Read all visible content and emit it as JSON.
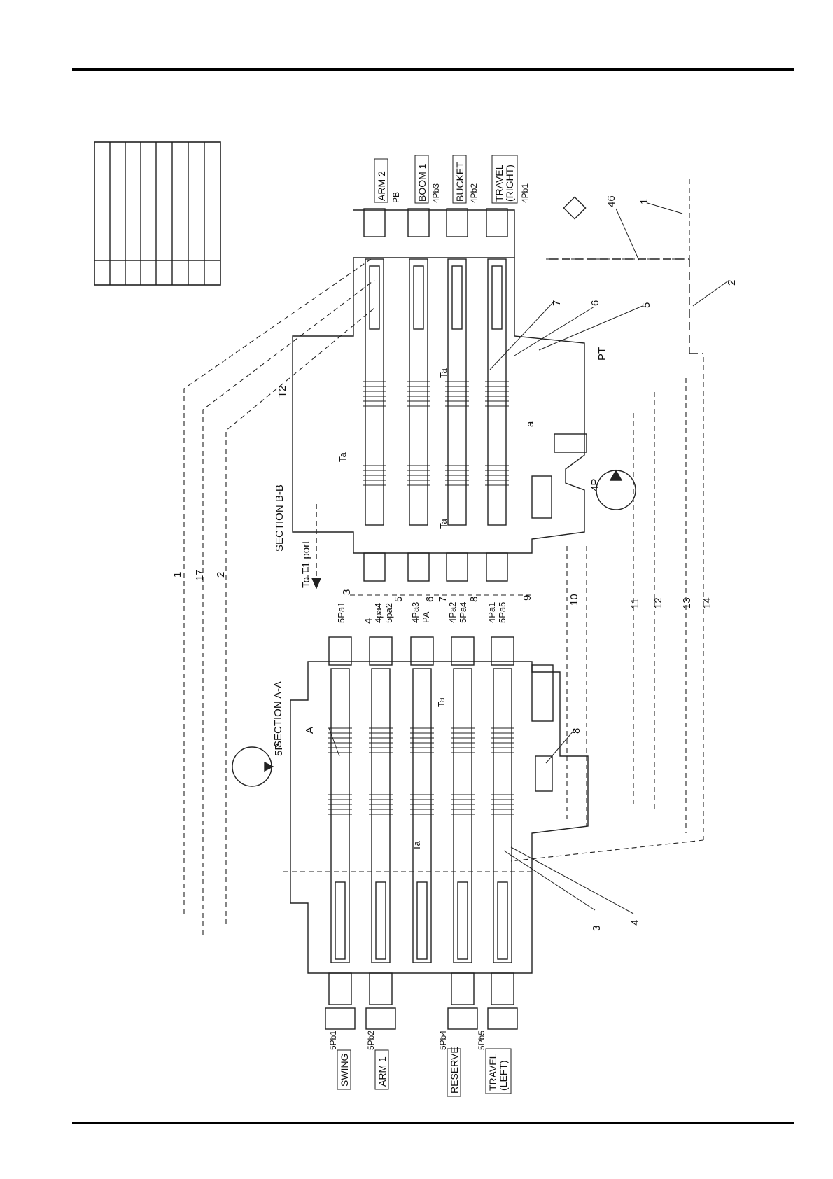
{
  "sections": {
    "b_b": "SECTION B-B",
    "a_a": "SECTION A-A"
  },
  "ports": {
    "to_t1": "To T1 port",
    "t2": "T2",
    "pt": "PT",
    "pump_4p": "4P",
    "pump_5p": "5P",
    "ta": "Ta",
    "a_lower": "a",
    "a_upper": "A"
  },
  "top_labels": [
    {
      "name": "ARM 2",
      "code": "PB"
    },
    {
      "name": "BOOM 1",
      "code": "4Pb3"
    },
    {
      "name": "BUCKET",
      "code": "4Pb2"
    },
    {
      "name": "TRAVEL\n(RIGHT)",
      "code": "4Pb1"
    }
  ],
  "bottom_labels": [
    {
      "name": "SWING",
      "code": "5Pb1"
    },
    {
      "name": "ARM 1",
      "code": "5Pb2"
    },
    {
      "name": "RESERVE",
      "code": "5Pb4"
    },
    {
      "name": "TRAVEL\n(LEFT)",
      "code": "5Pb5"
    }
  ],
  "middle_codes": [
    {
      "a": "5Pa1",
      "b": ""
    },
    {
      "a": "4pa4",
      "b": "5pa2"
    },
    {
      "a": "4Pa3",
      "b": "PA"
    },
    {
      "a": "4Pa2",
      "b": "5Pa4"
    },
    {
      "a": "4Pa1",
      "b": "5Pa5"
    }
  ],
  "callouts": {
    "c1": "1",
    "c2": "2",
    "c3": "3",
    "c4": "4",
    "c5": "5",
    "c6": "6",
    "c7": "7",
    "c8": "8",
    "c9": "9",
    "c10": "10",
    "c11": "11",
    "c12": "12",
    "c13": "13",
    "c14": "14",
    "c17": "17",
    "c46": "46"
  }
}
